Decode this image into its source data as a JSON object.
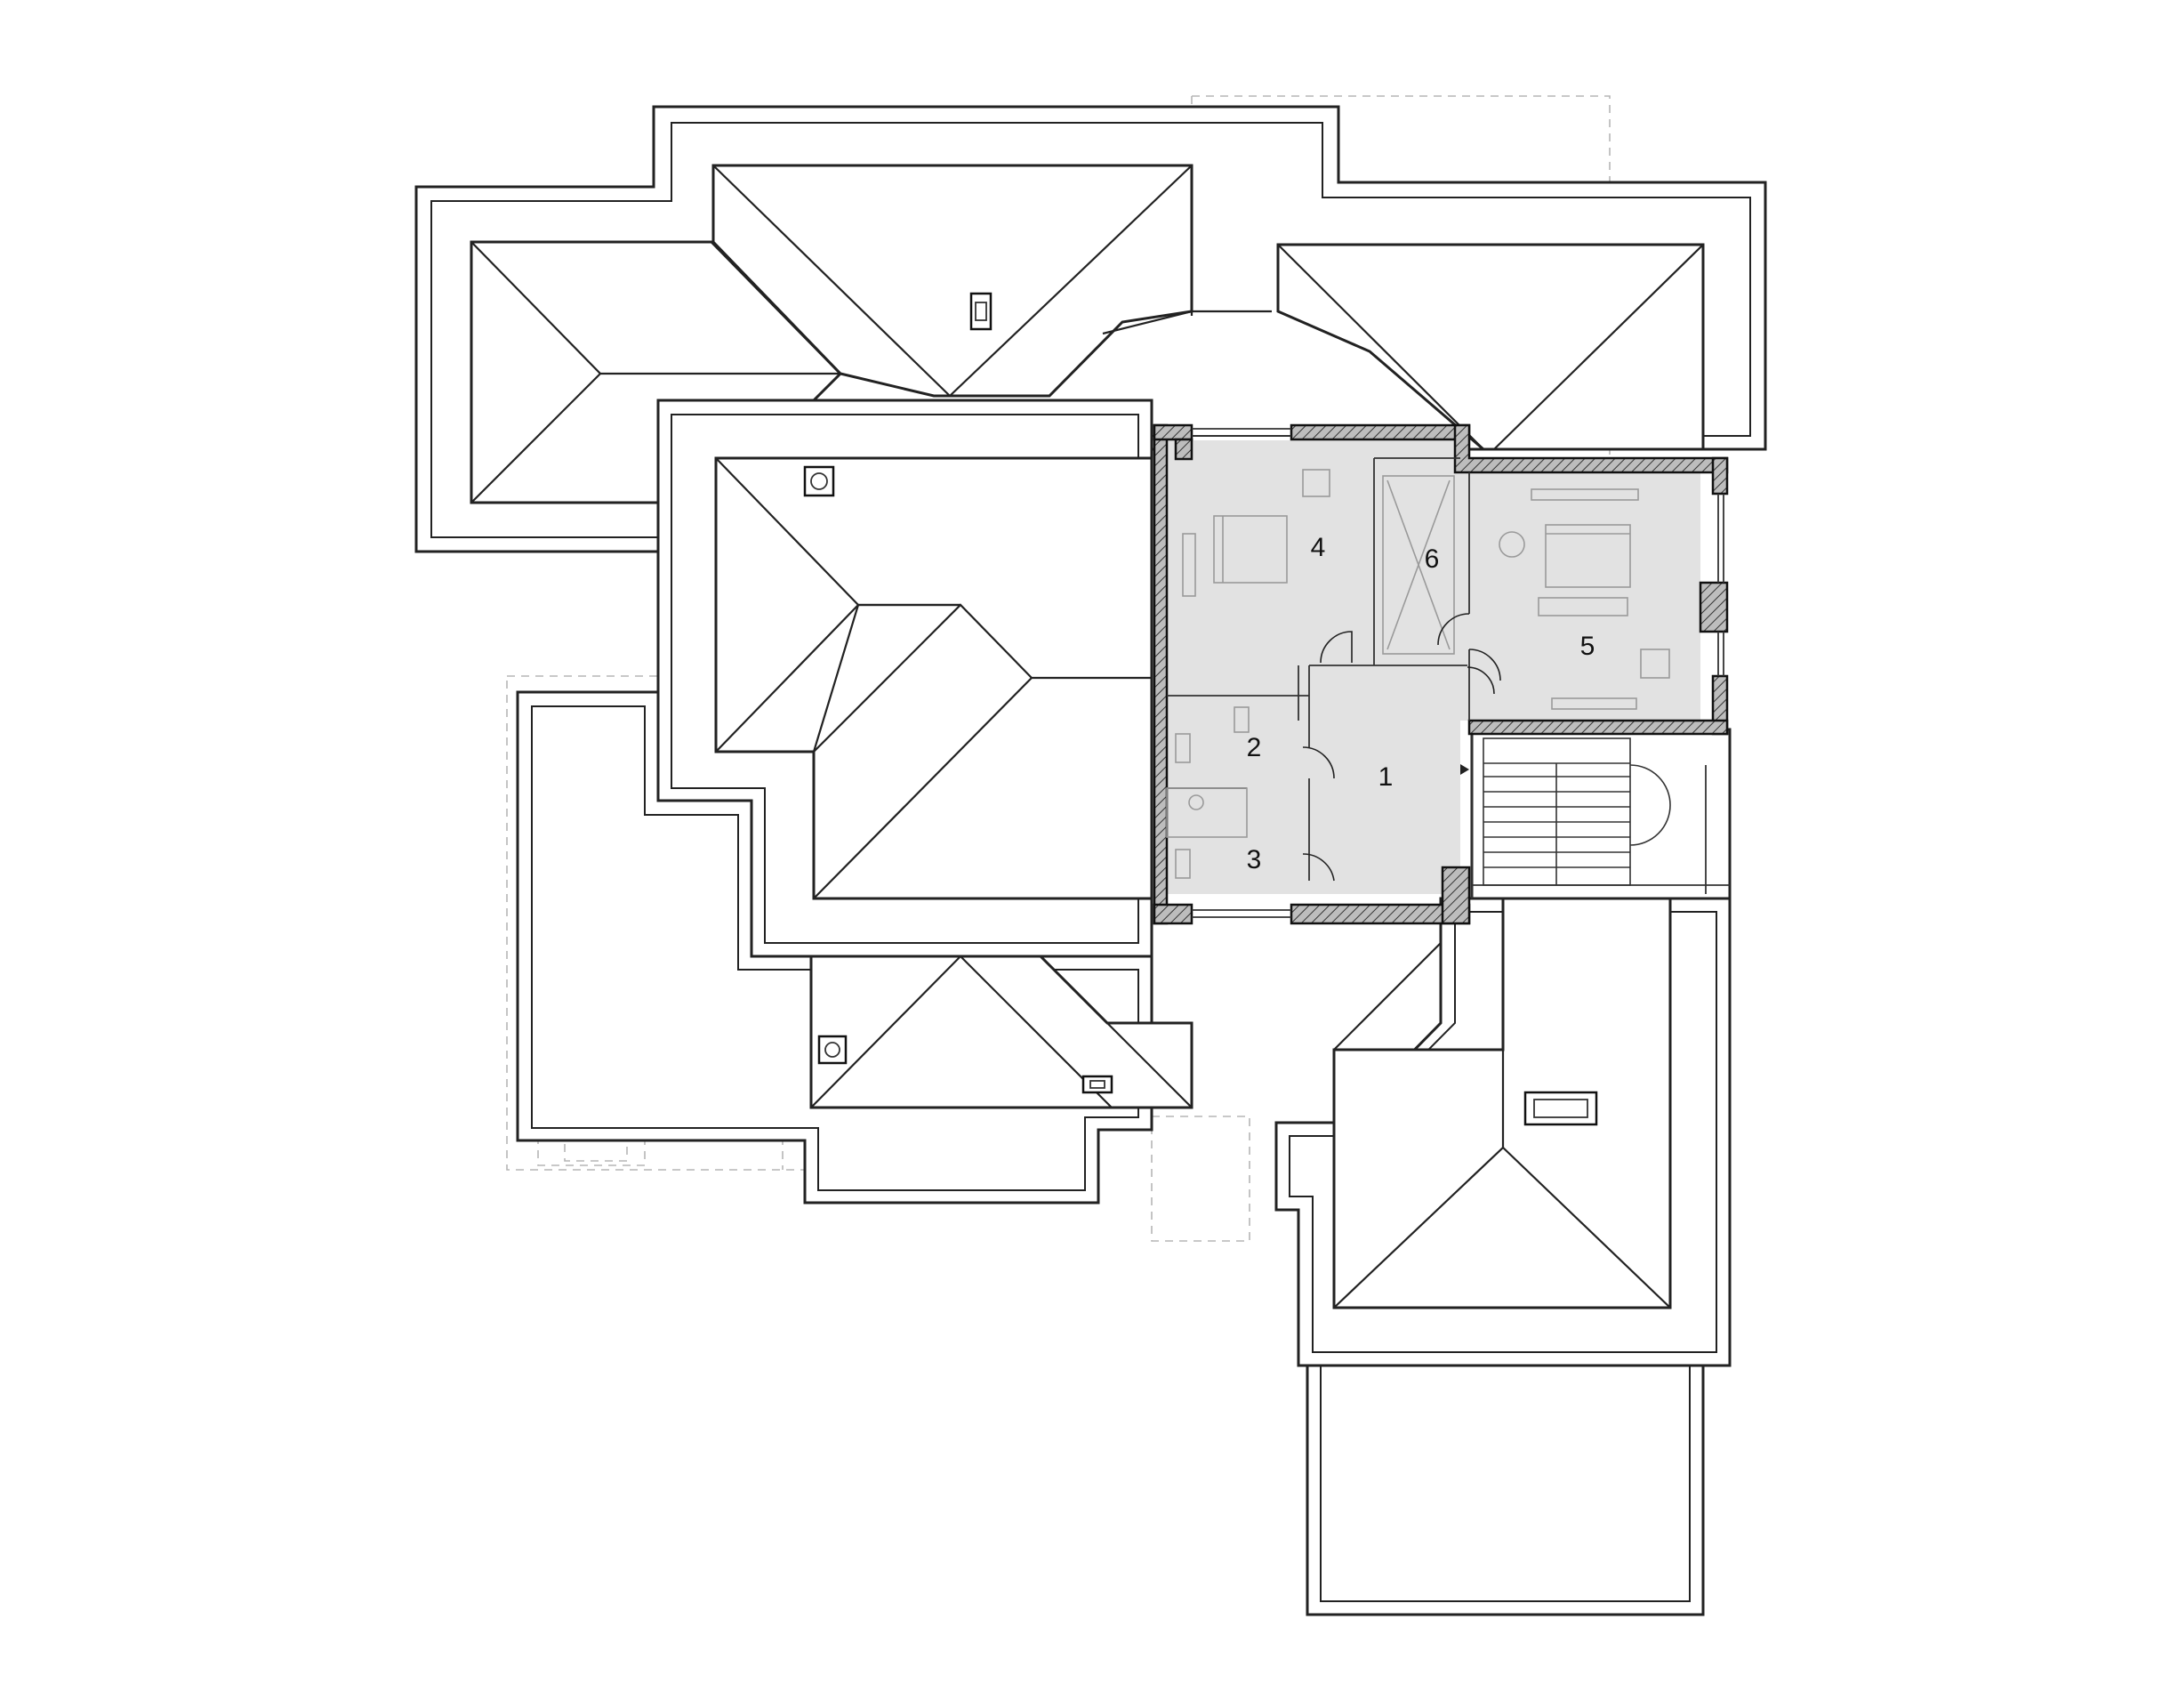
{
  "plan": {
    "rooms": [
      {
        "number": "1"
      },
      {
        "number": "2"
      },
      {
        "number": "3"
      },
      {
        "number": "4"
      },
      {
        "number": "5"
      },
      {
        "number": "6"
      }
    ]
  },
  "colors": {
    "room_fill": "#e2e2e2",
    "wall_fill": "#9b9b9b",
    "line": "#222222"
  }
}
